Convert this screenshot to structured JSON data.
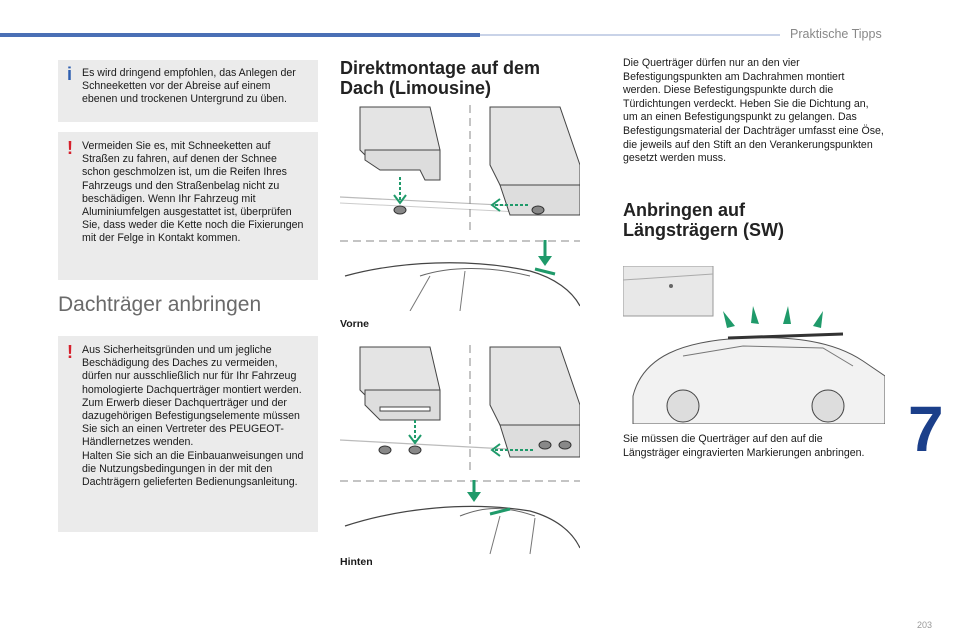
{
  "header": {
    "section": "Praktische Tipps",
    "chapter": "7",
    "page": "203"
  },
  "boxes": {
    "info": "Es wird dringend empfohlen, das Anlegen der Schneeketten vor der Abreise auf einem ebenen und trockenen Untergrund zu üben.",
    "warn1": "Vermeiden Sie es, mit Schneeketten auf Straßen zu fahren, auf denen der Schnee schon geschmolzen ist, um die Reifen Ihres Fahrzeugs und den Straßenbelag nicht zu beschädigen. Wenn Ihr Fahrzeug mit Aluminiumfelgen ausgestattet ist, überprüfen Sie, dass weder die Kette noch die Fixierungen mit der Felge in Kontakt kommen.",
    "warn2": "Aus Sicherheitsgründen und um jegliche Beschädigung des Daches zu vermeiden, dürfen nur ausschließlich nur für Ihr Fahrzeug homologierte Dachquerträger montiert werden.\nZum Erwerb dieser Dachquerträger und der dazugehörigen Befestigungselemente müssen Sie sich an einen Vertreter des PEUGEOT-Händlernetzes wenden.\nHalten Sie sich an die Einbauanweisungen und die Nutzungsbedingungen in der mit den Dachträgern gelieferten Bedienungsanleitung."
  },
  "headings": {
    "dachtraeger": "Dachträger anbringen",
    "direkt": "Direktmontage auf dem Dach (Limousine)",
    "laengs": "Anbringen auf Längsträgern (SW)"
  },
  "captions": {
    "vorne": "Vorne",
    "hinten": "Hinten"
  },
  "paragraphs": {
    "direkt": "Die Querträger dürfen nur an den vier Befestigungspunkten am Dachrahmen montiert werden. Diese Befestigungspunkte durch die Türdichtungen verdeckt. Heben Sie die Dichtung an, um an einen Befestigungspunkt zu gelangen. Das Befestigungsmaterial der Dachträger umfasst eine Öse, die jeweils auf den Stift an den Verankerungspunkten gesetzt werden muss.",
    "laengs": "Sie müssen die Querträger auf den auf die Längsträger eingravierten Markierungen anbringen."
  },
  "icons": [
    "info-icon",
    "warning-icon",
    "arrow-icon"
  ],
  "colors": {
    "accent": "#1b3f8a",
    "warning": "#d6202c",
    "info": "#2e5fb0",
    "arrow": "#1f9a6a",
    "box": "#ebebeb"
  }
}
